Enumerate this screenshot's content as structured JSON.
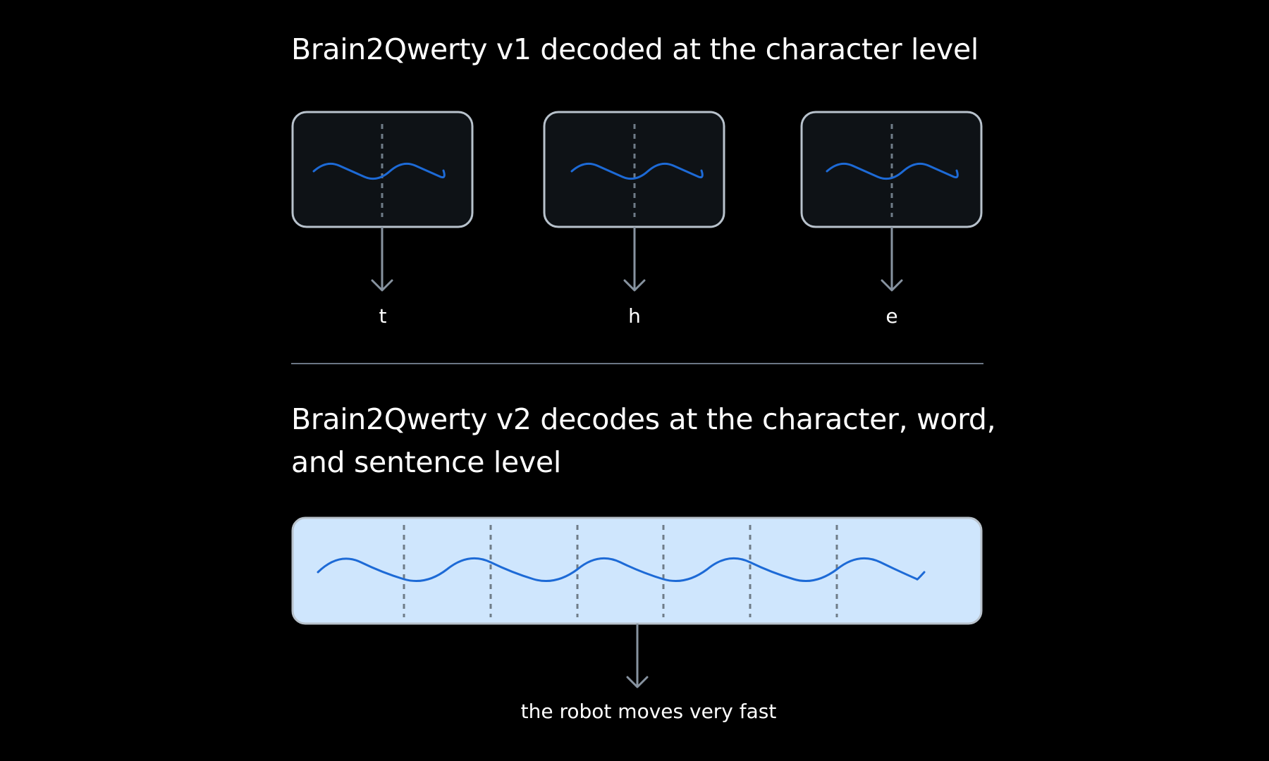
{
  "v1": {
    "title": "Brain2Qwerty v1 decoded at the character level",
    "characters": [
      "t",
      "h",
      "e"
    ]
  },
  "v2": {
    "title": "Brain2Qwerty v2 decodes at the character, word, and sentence level",
    "output": "the robot moves very fast",
    "segments": 7
  },
  "colors": {
    "background": "#000000",
    "box_dark_fill": "#0e1216",
    "box_stroke": "#b8c2cc",
    "wave": "#1d6ad6",
    "connector": "#8793a0",
    "divider": "#6b7684",
    "box_light_fill": "#cfe6fd",
    "dashes": "#6f7c88",
    "text": "#ffffff"
  }
}
